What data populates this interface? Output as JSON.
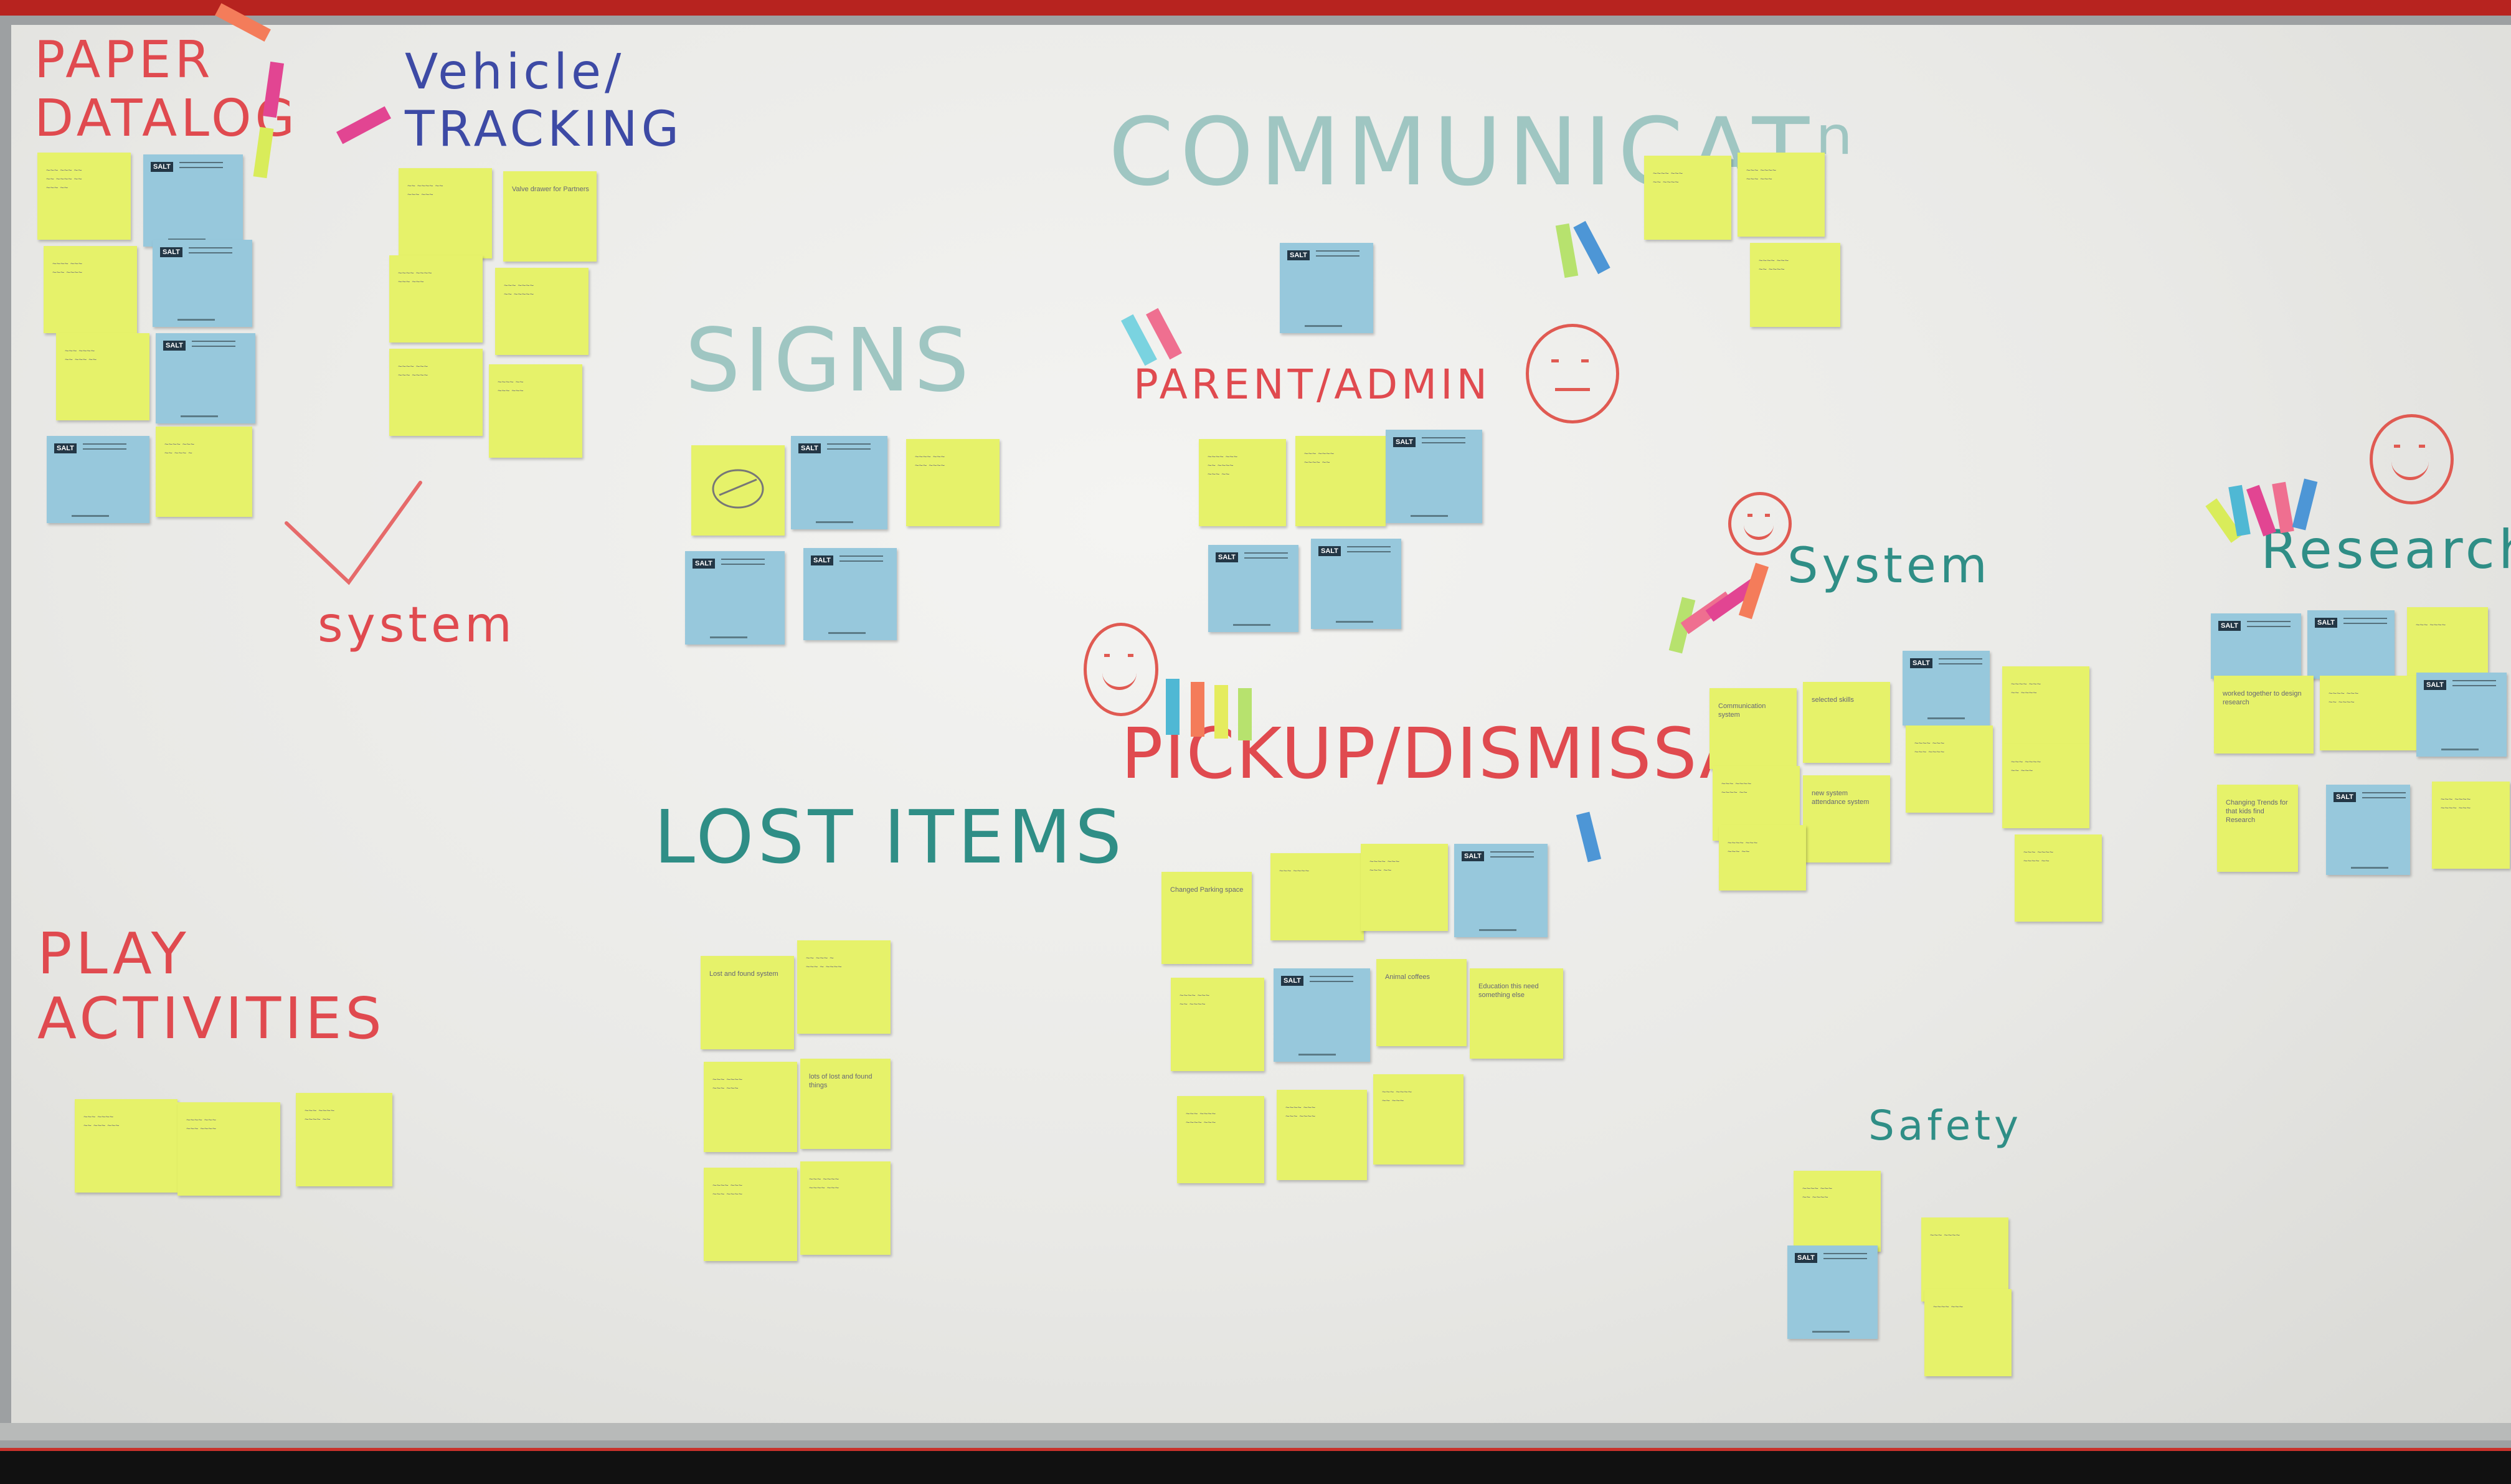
{
  "headings": {
    "paper_datalog": "PAPER\nDATALOG",
    "vehicle_tracking": "Vehicle/\nTRACKING",
    "communication": "COMMUNICATⁿ",
    "signs": "SIGNS",
    "parent_admin": "PARENT/ADMIN",
    "system_left": "system",
    "system_right": "System",
    "research": "Research",
    "pickup_dismissal": "PICKUP/DISMISSAL",
    "lost_items": "LOST ITEMS",
    "play_activities": "PLAY\nACTIVITIES",
    "safety": "Safety"
  },
  "note_brand": "SALT",
  "notes": {
    "vt1": "Valve drawer for Partners",
    "pd1": "Changed Parking space",
    "pd2": "Animal coffees",
    "pd3": "Education this need something else",
    "sys1": "Communication system",
    "sys2": "selected skills",
    "sys3": "new system attendance system",
    "res1": "worked together to design research",
    "res2": "Changing Trends for that kids find Research",
    "li1": "Lost and found system",
    "li2": "lots of lost and found things"
  },
  "palette": {
    "wall": "#c9322c",
    "board": "#eeeeec",
    "note_yellow": "#e6f26a",
    "note_blue": "#97c8dc",
    "marker_red": "#e04a4f",
    "marker_teal": "#2f8e86"
  }
}
